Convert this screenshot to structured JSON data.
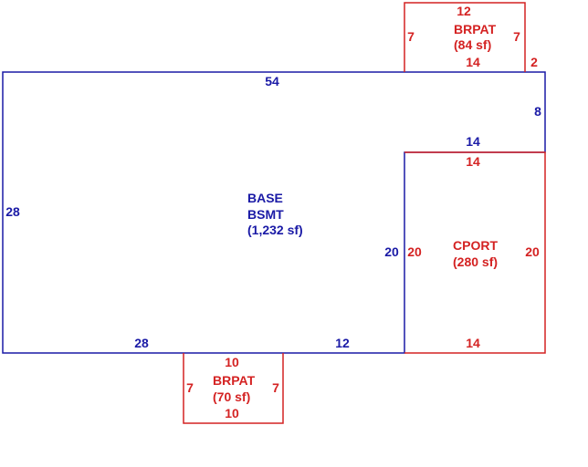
{
  "colors": {
    "base": "#1a1aa6",
    "addition": "#d42222"
  },
  "base_area": {
    "name1": "BASE",
    "name2": "BSMT",
    "area": "(1,232 sf)",
    "dims": {
      "top": "54",
      "right_upper": "8",
      "notch": "14",
      "notch_vertical": "20",
      "left": "28",
      "bottom_left": "28",
      "bottom_right": "12"
    }
  },
  "brpat_top": {
    "name": "BRPAT",
    "area": "(84 sf)",
    "dims": {
      "top": "12",
      "left": "7",
      "right": "7",
      "bottom": "14",
      "offset": "2"
    }
  },
  "carport": {
    "name": "CPORT",
    "area": "(280 sf)",
    "dims": {
      "top": "14",
      "left": "20",
      "right": "20",
      "bottom": "14"
    }
  },
  "brpat_bottom": {
    "name": "BRPAT",
    "area": "(70 sf)",
    "dims": {
      "top": "10",
      "left": "7",
      "right": "7",
      "bottom": "10"
    }
  }
}
